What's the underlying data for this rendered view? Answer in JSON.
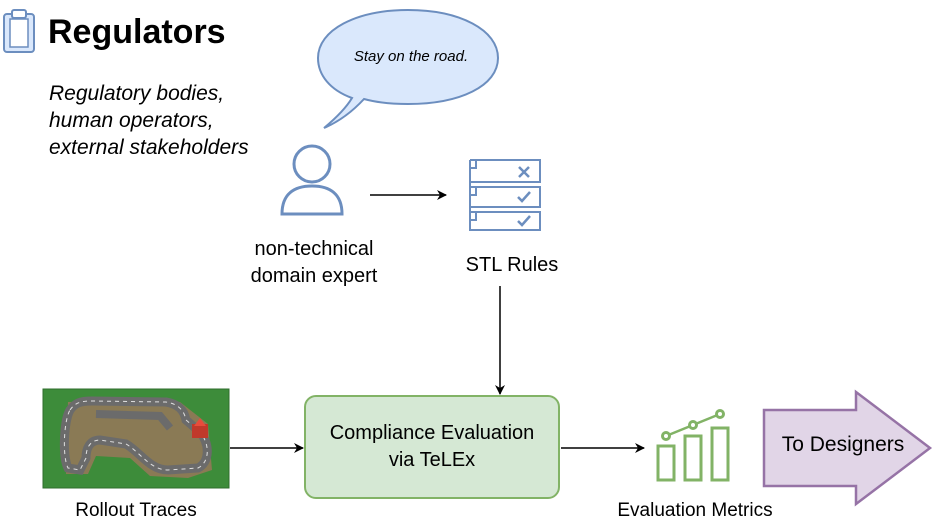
{
  "header": {
    "title": "Regulators",
    "subtitle_lines": [
      "Regulatory bodies,",
      "human operators,",
      "external stakeholders"
    ]
  },
  "speech_bubble": {
    "text": "Stay on the road."
  },
  "nodes": {
    "expert": {
      "label_line1": "non-technical",
      "label_line2": "domain expert"
    },
    "stl_rules": {
      "label": "STL Rules"
    },
    "compliance": {
      "line1": "Compliance Evaluation",
      "line2": "via TeLEx"
    },
    "rollout": {
      "label": "Rollout Traces"
    },
    "metrics": {
      "label": "Evaluation Metrics"
    },
    "designers": {
      "label": "To Designers"
    }
  },
  "icons": {
    "header": "clipboard-icon",
    "expert": "user-icon",
    "rules": "checklist-icon",
    "metrics": "bar-chart-icon"
  },
  "colors": {
    "icon_blue": "#6c8ebf",
    "bubble_fill": "#dae8fc",
    "compliance_fill": "#d5e8d4",
    "compliance_border": "#82b366",
    "metrics_green": "#82b366",
    "designers_fill": "#e1d5e7",
    "designers_border": "#9673a6"
  }
}
